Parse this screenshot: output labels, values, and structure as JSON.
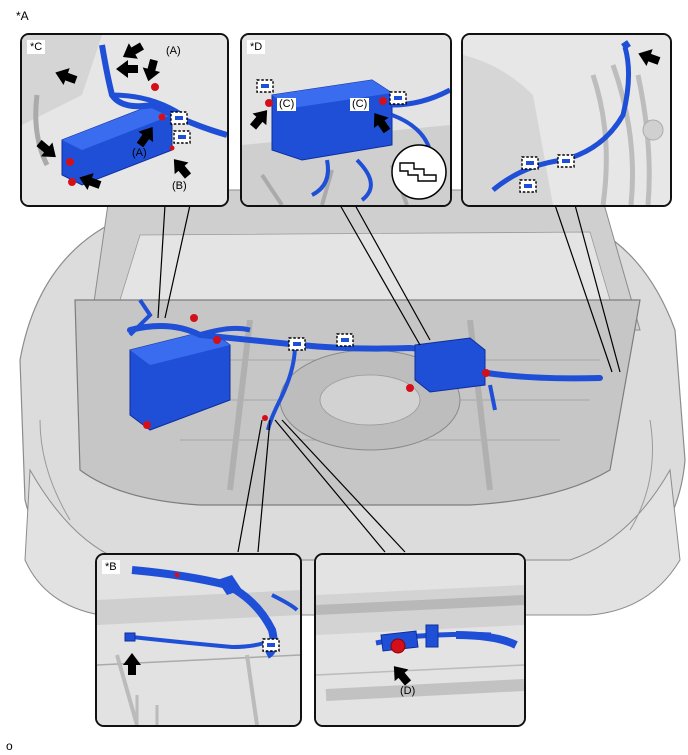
{
  "figure": {
    "main_label": "*A",
    "footer_code": "o"
  },
  "insets": {
    "c": {
      "tag": "*C",
      "callouts": [
        "(A)",
        "(A)",
        "(B)"
      ]
    },
    "d": {
      "tag": "*D",
      "callouts": [
        "(C)",
        "(C)"
      ]
    },
    "e": {
      "tag": ""
    },
    "b": {
      "tag": "*B"
    },
    "f": {
      "tag": "",
      "callouts": [
        "(D)"
      ]
    }
  },
  "colors": {
    "harness": "#1f4fd6",
    "harness_dark": "#0e2f9a",
    "clip_red": "#d40f1a",
    "body_gray": "#d9d9d9",
    "line_gray": "#9a9a9a",
    "arrow": "#000000"
  },
  "icons": [
    "arrow-icon",
    "dashed-clip-box-icon",
    "clip-shape-icon"
  ]
}
